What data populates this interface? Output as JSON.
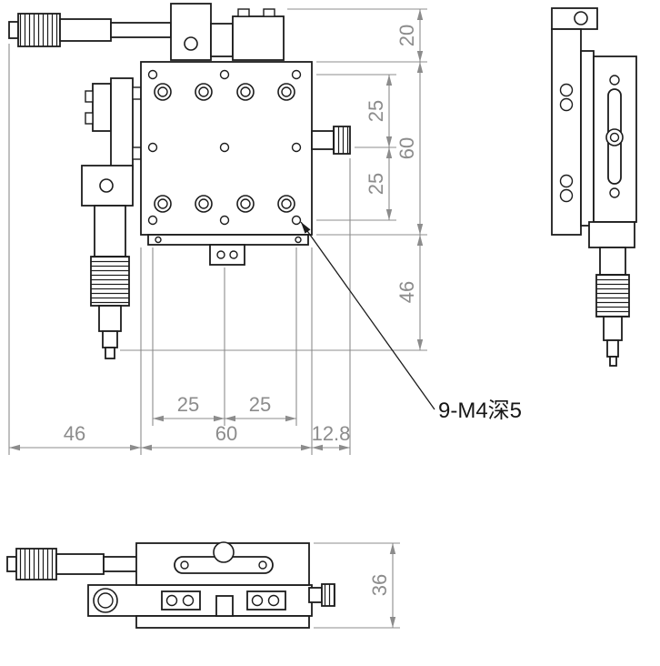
{
  "style": {
    "background": "#ffffff",
    "part_line_color": "#1c1c1c",
    "dimension_color": "#8c8c8c"
  },
  "dims": {
    "top_offset": "20",
    "body_height": "60",
    "lower_extent": "46",
    "pitch_right_upper": "25",
    "pitch_right_lower": "25",
    "pitch_bottom_left": "25",
    "pitch_bottom_right": "25",
    "left_extent": "46",
    "body_width": "60",
    "knob_offset": "12.8",
    "stage_thickness": "36"
  },
  "note": {
    "hole_callout": "9-M4深5"
  }
}
